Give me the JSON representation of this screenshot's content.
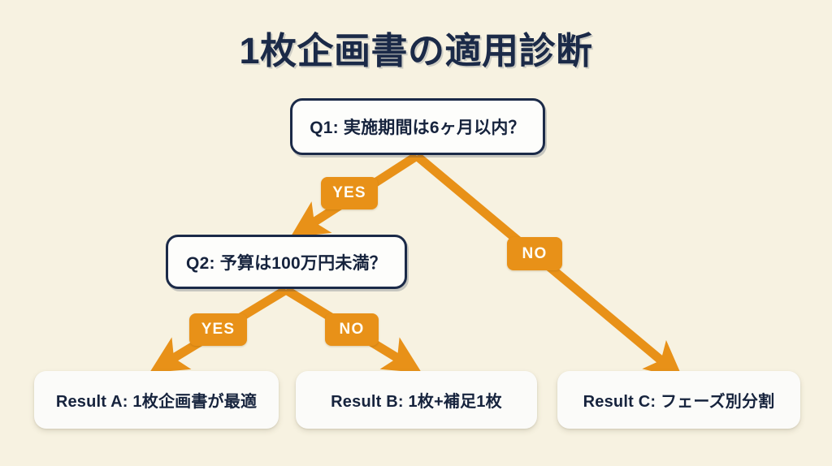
{
  "page": {
    "title": "1枚企画書の適用診断",
    "background_color": "#f7f2e1",
    "accent_color": "#e89118",
    "node_border_color": "#1b2a48",
    "text_color": "#16233d"
  },
  "diagram": {
    "type": "decision-flowchart",
    "decisions": [
      {
        "id": "q1",
        "label": "Q1: 実施期間は6ヶ月以内？"
      },
      {
        "id": "q2",
        "label": "Q2: 予算は100万円未満？"
      }
    ],
    "results": [
      {
        "id": "result_a",
        "label": "Result A: 1枚企画書が最適"
      },
      {
        "id": "result_b",
        "label": "Result B: 1枚+補足1枚"
      },
      {
        "id": "result_c",
        "label": "Result C: フェーズ別分割"
      }
    ],
    "edges": [
      {
        "id": "q1_yes",
        "from": "q1",
        "to": "q2",
        "label": "YES"
      },
      {
        "id": "q1_no",
        "from": "q1",
        "to": "result_c",
        "label": "NO"
      },
      {
        "id": "q2_yes",
        "from": "q2",
        "to": "result_a",
        "label": "YES"
      },
      {
        "id": "q2_no",
        "from": "q2",
        "to": "result_b",
        "label": "NO"
      }
    ]
  }
}
